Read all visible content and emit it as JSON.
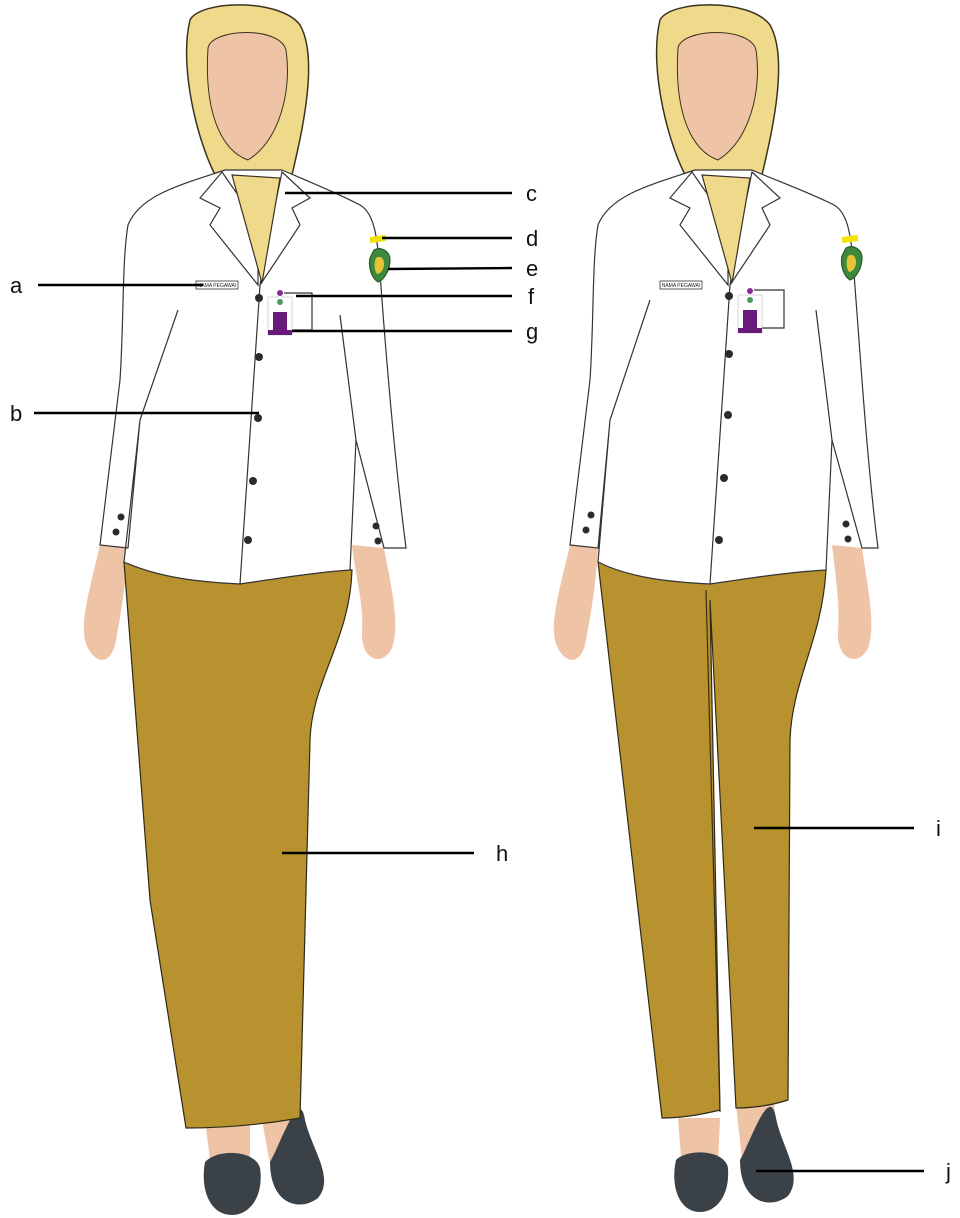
{
  "figures": [
    {
      "name": "skirt-uniform",
      "name_tag": "NAMA PEGAWAI",
      "callouts": [
        "a",
        "b",
        "c",
        "d",
        "e",
        "f",
        "g",
        "h"
      ]
    },
    {
      "name": "trousers-uniform",
      "name_tag": "NAMA PEGAWAI",
      "callouts": [
        "i",
        "j"
      ]
    }
  ],
  "colors": {
    "hijab": "#efd98a",
    "hijab_outline": "#3a3320",
    "skin": "#efc3a6",
    "shirt": "#ffffff",
    "shirt_outline": "#333333",
    "bottom": "#b8922e",
    "shoe": "#3a4247",
    "button": "#2b2b2b",
    "id_card": "#6a1a7a",
    "shoulder_band": "#f2e300",
    "badge_green": "#3c8a3a"
  }
}
